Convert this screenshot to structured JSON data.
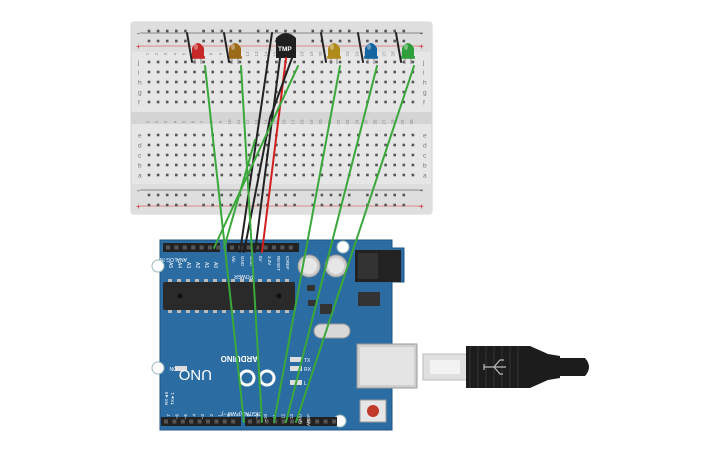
{
  "breadboard": {
    "rail_minus": "-",
    "rail_plus": "+",
    "row_letters_top": [
      "j",
      "i",
      "h",
      "g",
      "f"
    ],
    "row_letters_bottom": [
      "e",
      "d",
      "c",
      "b",
      "a"
    ],
    "column_numbers": [
      "1",
      "2",
      "3",
      "4",
      "5",
      "6",
      "7",
      "8",
      "9",
      "10",
      "11",
      "12",
      "13",
      "14",
      "15",
      "16",
      "17",
      "18",
      "19",
      "20",
      "21",
      "22",
      "23",
      "24",
      "25",
      "26",
      "27",
      "28",
      "29",
      "30"
    ]
  },
  "components": {
    "sensor_label": "TMP",
    "led_colors": {
      "red": "#c62828",
      "amber": "#9c6b1a",
      "yellow": "#b08a1a",
      "blue": "#1565a0",
      "green": "#2e9e3a"
    }
  },
  "arduino": {
    "brand": "ARDUINO",
    "model": "UNO",
    "analog_header": "ANALOG IN",
    "analog_pins": [
      "A0",
      "A1",
      "A2",
      "A3",
      "A4",
      "A5"
    ],
    "power_header": "POWER",
    "power_pins": [
      "Vin",
      "GND",
      "GND",
      "5V",
      "3.3V",
      "RESET",
      "IOREF"
    ],
    "digital_header": "DIGITAL (PWM ~)",
    "digital_pins": [
      "0",
      "1",
      "2",
      "~3",
      "4",
      "~5",
      "~6",
      "7",
      "8",
      "~9",
      "~10",
      "~11",
      "12",
      "13",
      "GND",
      "AREF"
    ],
    "led_labels": [
      "TX",
      "RX",
      "L",
      "ON"
    ],
    "rx_tx_labels": [
      "RX◄0",
      "TX►1"
    ]
  },
  "colors": {
    "board_blue": "#2b6ca3",
    "breadboard": "#e8e8e8",
    "wire_green": "#3aa83a",
    "wire_black": "#222222",
    "wire_red": "#d11e1e"
  }
}
